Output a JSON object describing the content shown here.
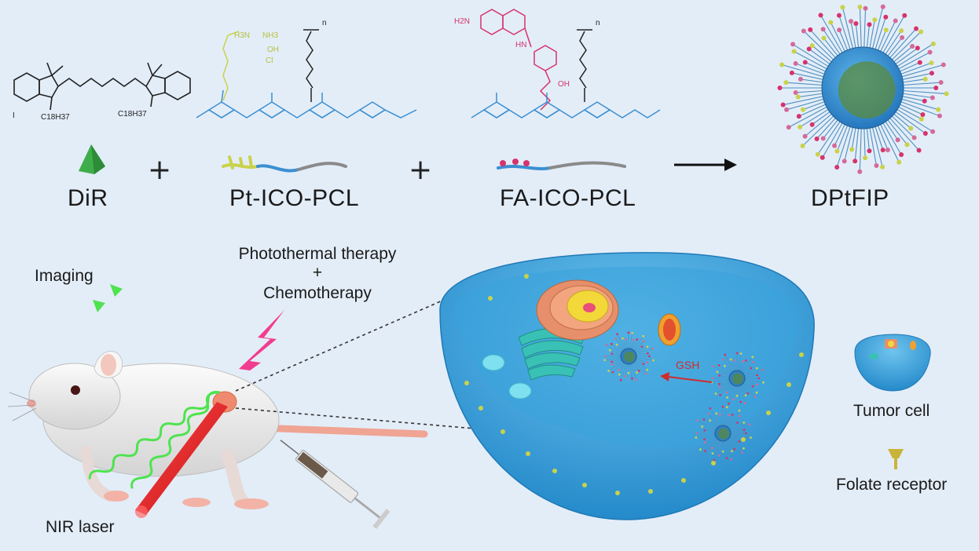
{
  "components": {
    "dir": "DiR",
    "pt_ico_pcl": "Pt-ICO-PCL",
    "fa_ico_pcl": "FA-ICO-PCL",
    "product": "DPtFIP",
    "plus_sign": "+"
  },
  "chemistry": {
    "dir_i": "I",
    "dir_chain_left": "C18H37",
    "dir_chain_right": "C18H37",
    "pt_nh3_a": "H3N",
    "pt_nh3_b": "NH3",
    "pt_oh": "OH",
    "pt_cl": "Cl",
    "fa_h2n": "H2N",
    "fa_hn": "HN",
    "fa_oh": "OH",
    "repeat_n": "n"
  },
  "therapy": {
    "imaging": "Imaging",
    "therapy_line1": "Photothermal therapy",
    "therapy_plus": "+",
    "therapy_line2": "Chemotherapy",
    "laser": "NIR laser",
    "gsh": "GSH"
  },
  "legend": {
    "tumor_cell": "Tumor cell",
    "folate_receptor": "Folate receptor"
  },
  "colors": {
    "background": "#e3edf8",
    "dir_green": "#3fae4a",
    "pt_yellow": "#c9d24a",
    "fa_red": "#d6336c",
    "ico_blue": "#3b8fd1",
    "cell_blue": "#3aa3dc",
    "laser_red": "#e8262a",
    "signal_green": "#4fe34f",
    "therapy_pink": "#f23c8f"
  }
}
